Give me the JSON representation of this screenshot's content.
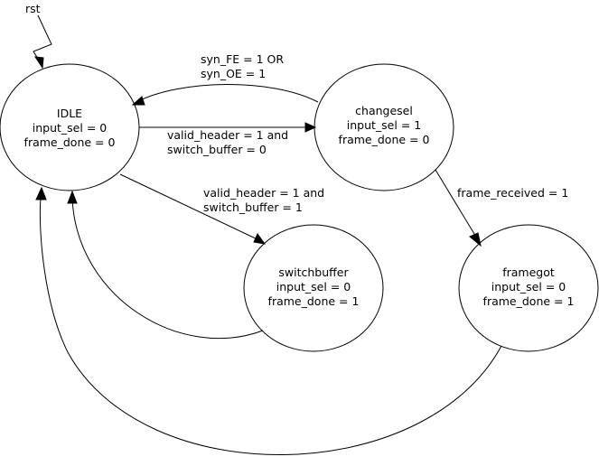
{
  "reset_label": "rst",
  "states": {
    "idle": {
      "name": "IDLE",
      "line1": "input_sel = 0",
      "line2": "frame_done = 0"
    },
    "changesel": {
      "name": "changesel",
      "line1": "input_sel = 1",
      "line2": "frame_done = 0"
    },
    "switchbuffer": {
      "name": "switchbuffer",
      "line1": "input_sel = 0",
      "line2": "frame_done = 1"
    },
    "framegot": {
      "name": "framegot",
      "line1": "input_sel = 0",
      "line2": "frame_done = 1"
    }
  },
  "transitions": {
    "changesel_to_idle": {
      "line1": "syn_FE = 1 OR",
      "line2": "syn_OE = 1"
    },
    "idle_to_changesel": {
      "line1": "valid_header = 1 and",
      "line2": "switch_buffer = 0"
    },
    "idle_to_switchbuffer": {
      "line1": "valid_header = 1 and",
      "line2": "switch_buffer = 1"
    },
    "changesel_to_framegot": {
      "line1": "frame_received = 1"
    }
  }
}
